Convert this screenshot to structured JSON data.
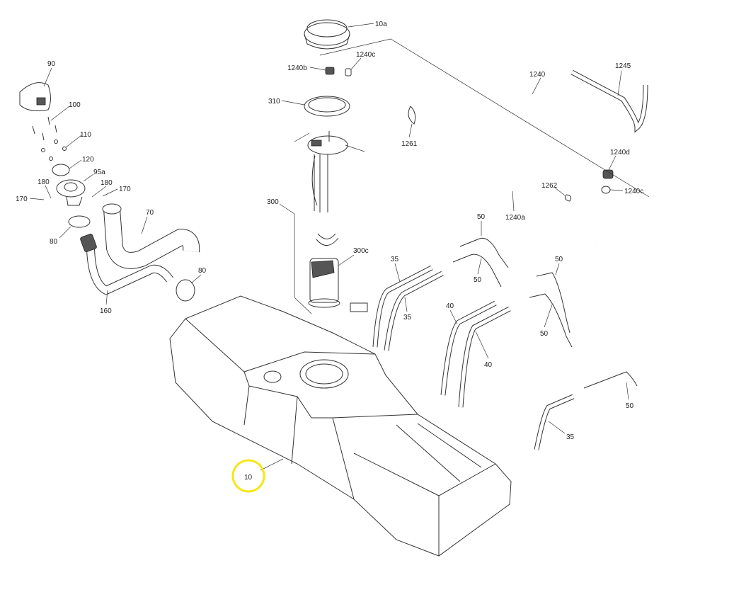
{
  "diagram": {
    "highlight_color": "#f5e61a",
    "highlighted_callout": "10",
    "callouts": {
      "c10a": "10a",
      "c1240c_top": "1240c",
      "c1240b": "1240b",
      "c1240": "1240",
      "c1245": "1245",
      "c90": "90",
      "c310": "310",
      "c100": "100",
      "c1261": "1261",
      "c110": "110",
      "c120": "120",
      "c1240d": "1240d",
      "c95a": "95a",
      "c180_left": "180",
      "c180_right": "180",
      "c170_left": "170",
      "c170_right": "170",
      "c1262": "1262",
      "c1240c_right": "1240c",
      "c300": "300",
      "c70": "70",
      "c1240a": "1240a",
      "c80_left": "80",
      "c50_a": "50",
      "c300c": "300c",
      "c35_a": "35",
      "c50_b": "50",
      "c50_c": "50",
      "c80_right": "80",
      "c160": "160",
      "c35_b": "35",
      "c40_a": "40",
      "c50_d": "50",
      "c40_b": "40",
      "c50_e": "50",
      "c35_c": "35",
      "c10": "10"
    }
  }
}
